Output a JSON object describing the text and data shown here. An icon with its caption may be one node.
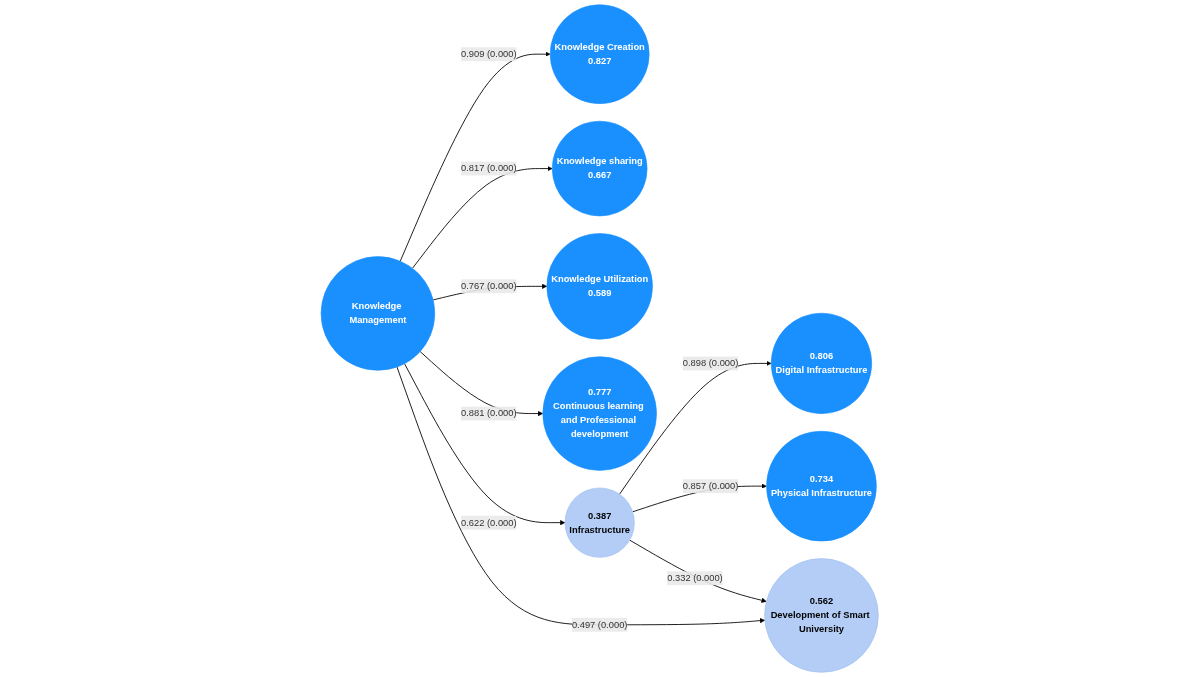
{
  "diagram": {
    "nodes": [
      {
        "text": [
          "Knowledge Creation",
          "0.827"
        ]
      },
      {
        "text": [
          "Knowledge sharing",
          "0.667"
        ]
      },
      {
        "text": [
          "Knowledge Utilization",
          "0.589"
        ]
      },
      {
        "text": [
          "0.777",
          "Continuous learning and Professional development"
        ]
      },
      {
        "text": [
          "Knowledge Management"
        ]
      },
      {
        "text": [
          "0.806",
          "Digital Infrastructure"
        ]
      },
      {
        "text": [
          "0.734",
          "Physical Infrastructure"
        ]
      },
      {
        "text": [
          "0.387",
          "Infrastructure"
        ]
      },
      {
        "text": [
          "0.562",
          "Development of Smart University"
        ]
      }
    ],
    "edges": [
      {
        "from": 4,
        "to": 0,
        "arrow": "to",
        "label": "0.909 (0.000)"
      },
      {
        "from": 4,
        "to": 1,
        "arrow": "to",
        "label": "0.817 (0.000)"
      },
      {
        "from": 4,
        "to": 2,
        "arrow": "to",
        "label": "0.767 (0.000)"
      },
      {
        "from": 4,
        "to": 3,
        "arrow": "to",
        "label": "0.881 (0.000)"
      },
      {
        "from": 4,
        "to": 7,
        "arrow": "to",
        "label": "0.622 (0.000)"
      },
      {
        "from": 7,
        "to": 5,
        "arrow": "to",
        "label": "0.898 (0.000)"
      },
      {
        "from": 7,
        "to": 6,
        "arrow": "to",
        "label": "0.857 (0.000)"
      },
      {
        "from": 7,
        "to": 8,
        "arrow": "to",
        "label": "0.332 (0.000)"
      },
      {
        "from": 4,
        "to": 8,
        "arrow": "to",
        "label": "0.497 (0.000)"
      }
    ]
  }
}
